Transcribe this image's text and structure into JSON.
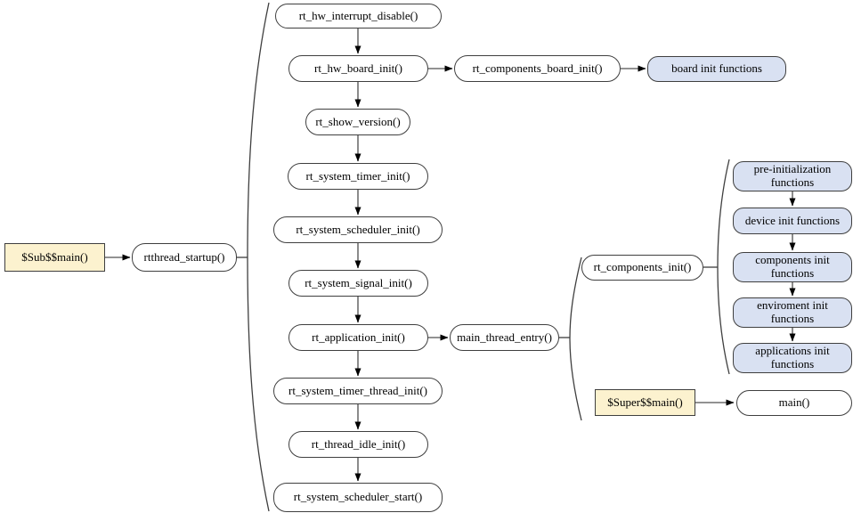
{
  "nodes": {
    "sub_main": {
      "label": "$Sub$$main()"
    },
    "rtthread_startup": {
      "label": "rtthread_startup()"
    },
    "hw_interrupt_disable": {
      "label": "rt_hw_interrupt_disable()"
    },
    "hw_board_init": {
      "label": "rt_hw_board_init()"
    },
    "components_board_init": {
      "label": "rt_components_board_init()"
    },
    "board_init_functions": {
      "label": "board init functions"
    },
    "show_version": {
      "label": "rt_show_version()"
    },
    "system_timer_init": {
      "label": "rt_system_timer_init()"
    },
    "system_scheduler_init": {
      "label": "rt_system_scheduler_init()"
    },
    "system_signal_init": {
      "label": "rt_system_signal_init()"
    },
    "application_init": {
      "label": "rt_application_init()"
    },
    "main_thread_entry": {
      "label": "main_thread_entry()"
    },
    "system_timer_thread_init": {
      "label": "rt_system_timer_thread_init()"
    },
    "thread_idle_init": {
      "label": "rt_thread_idle_init()"
    },
    "system_scheduler_start": {
      "label": "rt_system_scheduler_start()"
    },
    "components_init": {
      "label": "rt_components_init()"
    },
    "super_main": {
      "label": "$Super$$main()"
    },
    "main_fn": {
      "label": "main()"
    },
    "pre_initialization": {
      "label": "pre-initialization functions"
    },
    "device_init": {
      "label": "device init functions"
    },
    "components_init_functions": {
      "label": "components init functions"
    },
    "enviroment_init": {
      "label": "enviroment init functions"
    },
    "applications_init": {
      "label": "applications init functions"
    }
  },
  "colors": {
    "group_node_fill": "#d9e1f2",
    "entry_node_fill": "#fcf2cf",
    "box_border": "#3f3f3f",
    "connector_line": "#6e6e6e",
    "arrowhead": "#000000"
  }
}
